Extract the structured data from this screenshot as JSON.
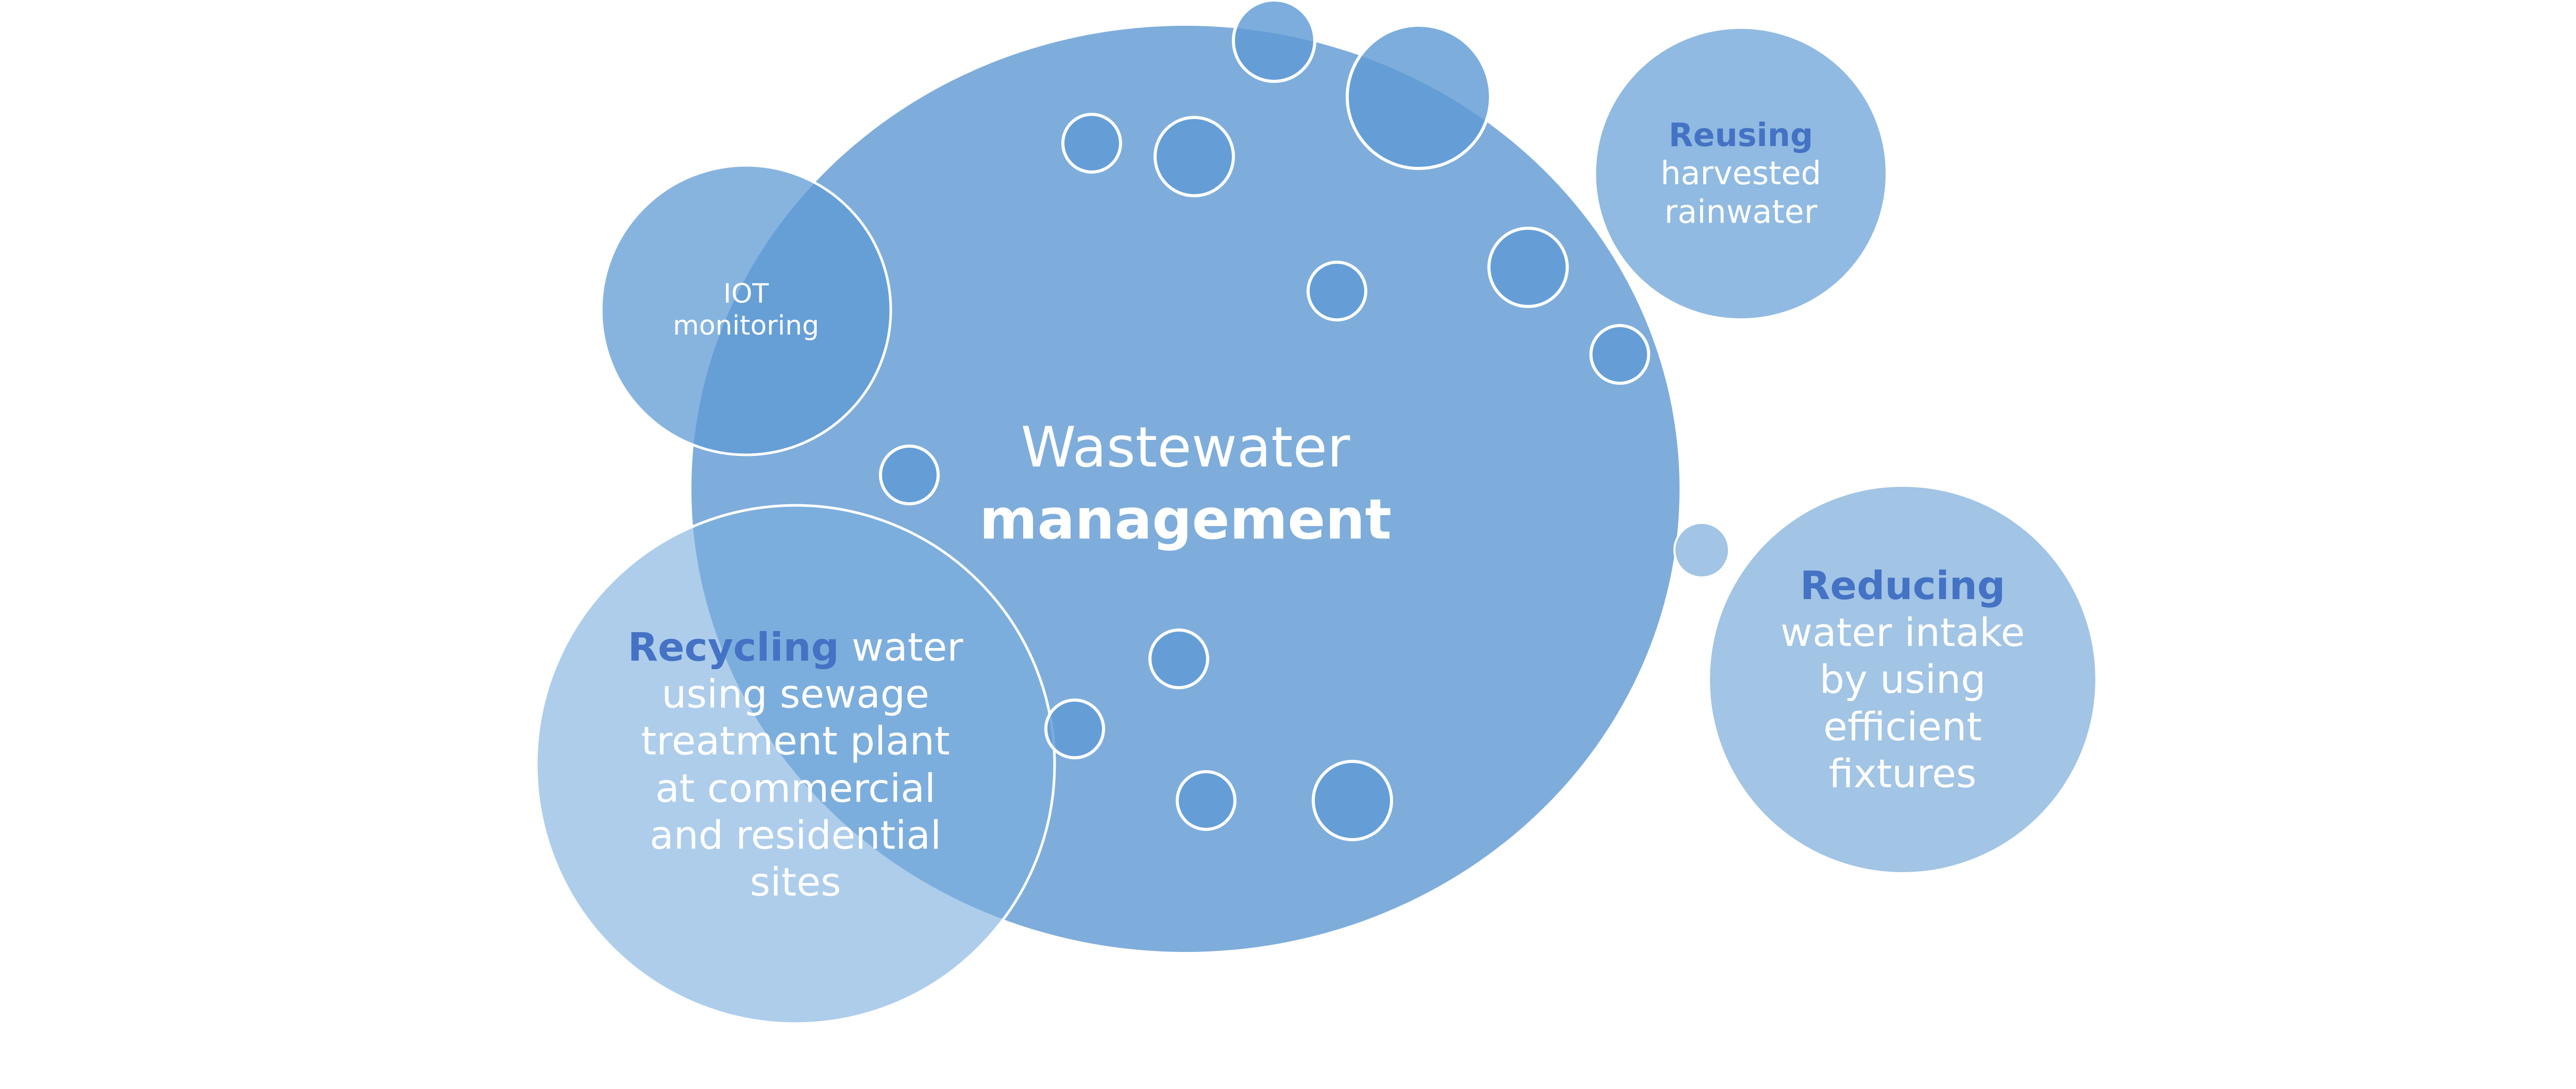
{
  "diagram": {
    "title": "Wastewater management",
    "center": {
      "line1": "Wastewater",
      "line2": "management"
    },
    "nodes": {
      "iot": {
        "line1": "IOT",
        "line2": "monitoring"
      },
      "reusing": {
        "keyword": "Reusing",
        "line1": "harvested",
        "line2": "rainwater"
      },
      "reducing": {
        "keyword": "Reducing",
        "line1": "water intake",
        "line2": "by using",
        "line3": "efficient",
        "line4": "fixtures"
      },
      "recycling": {
        "keyword": "Recycling",
        "line1_rest": " water",
        "line2": "using sewage",
        "line3": "treatment plant",
        "line4": "at commercial",
        "line5": "and residential",
        "line6": "sites"
      }
    },
    "colors": {
      "main_fill": "#7EADDB",
      "bubble_fill": "#5F9BD4",
      "iot_fill": "#7EADDB",
      "recycling_fill": "#A8C8E8",
      "reusing_fill": "#90BAE1",
      "reducing_fill": "#A2C4E5",
      "accent_text": "#4472C4",
      "text": "#FFFFFF",
      "outline": "#FFFFFF"
    }
  }
}
